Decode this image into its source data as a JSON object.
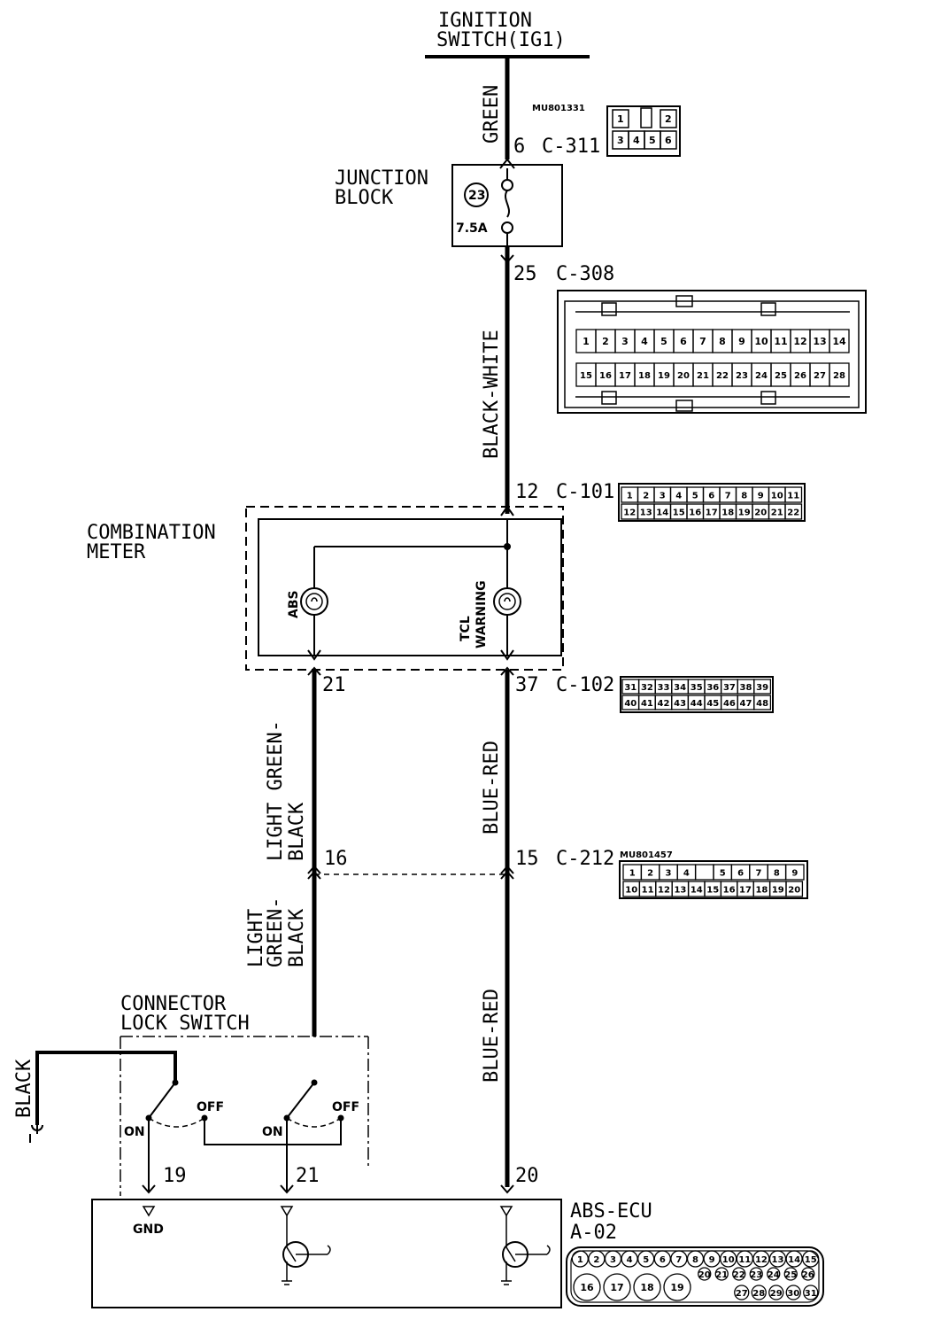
{
  "ignition": {
    "line1": "IGNITION",
    "line2": "SWITCH(IG1)"
  },
  "wires": {
    "green": "GREEN",
    "black_white": "BLACK-WHITE",
    "light_green_black_upper": {
      "line1": "LIGHT GREEN-",
      "line2": "BLACK"
    },
    "light_green_black_lower": {
      "line1": "LIGHT",
      "line2": "GREEN-",
      "line3": "BLACK"
    },
    "blue_red_upper": "BLUE-RED",
    "blue_red_lower": "BLUE-RED",
    "black": "BLACK"
  },
  "junction_block": {
    "line1": "JUNCTION",
    "line2": "BLOCK",
    "fuse_no": "23",
    "rating": "7.5A"
  },
  "combination_meter": {
    "line1": "COMBINATION",
    "line2": "METER",
    "abs_label": "ABS",
    "tcl_line1": "TCL",
    "tcl_line2": "WARNING"
  },
  "connector_lock_switch": {
    "line1": "CONNECTOR",
    "line2": "LOCK SWITCH",
    "on": "ON",
    "off": "OFF"
  },
  "abs_ecu": {
    "line1": "ABS-ECU",
    "line2": "A-02",
    "gnd": "GND"
  },
  "connectors": {
    "c311": {
      "pin": "6",
      "name": "C-311",
      "part": "MU801331",
      "pins_top": [
        "1",
        "",
        "2"
      ],
      "pins_bottom": [
        "3",
        "4",
        "5",
        "6"
      ]
    },
    "c308": {
      "pin": "25",
      "name": "C-308",
      "pins_top": [
        "1",
        "2",
        "3",
        "4",
        "5",
        "6",
        "7",
        "8",
        "9",
        "10",
        "11",
        "12",
        "13",
        "14"
      ],
      "pins_bottom": [
        "15",
        "16",
        "17",
        "18",
        "19",
        "20",
        "21",
        "22",
        "23",
        "24",
        "25",
        "26",
        "27",
        "28"
      ]
    },
    "c101": {
      "pin": "12",
      "name": "C-101",
      "pins_top": [
        "1",
        "2",
        "3",
        "4",
        "5",
        "6",
        "7",
        "8",
        "9",
        "10",
        "11"
      ],
      "pins_bottom": [
        "12",
        "13",
        "14",
        "15",
        "16",
        "17",
        "18",
        "19",
        "20",
        "21",
        "22"
      ]
    },
    "c102": {
      "pin_abs": "21",
      "pin": "37",
      "name": "C-102",
      "pins_top": [
        "31",
        "32",
        "33",
        "34",
        "35",
        "36",
        "37",
        "38",
        "39"
      ],
      "pins_bottom": [
        "40",
        "41",
        "42",
        "43",
        "44",
        "45",
        "46",
        "47",
        "48"
      ]
    },
    "c212": {
      "pin_left": "16",
      "pin": "15",
      "name": "C-212",
      "part": "MU801457",
      "pins_top": [
        "1",
        "2",
        "3",
        "4",
        "",
        "5",
        "6",
        "7",
        "8",
        "9"
      ],
      "pins_bottom": [
        "10",
        "11",
        "12",
        "13",
        "14",
        "15",
        "16",
        "17",
        "18",
        "19",
        "20"
      ]
    },
    "a02": {
      "pin_gnd": "19",
      "pin_mid": "21",
      "pin_right": "20",
      "pins_top": [
        "1",
        "2",
        "3",
        "4",
        "5",
        "6",
        "7",
        "8",
        "9",
        "10",
        "11",
        "12",
        "13",
        "14",
        "15"
      ],
      "pins_mid": [
        "20",
        "21",
        "22",
        "23",
        "24",
        "25",
        "26"
      ],
      "pins_big": [
        "16",
        "17",
        "18",
        "19"
      ],
      "pins_bottom": [
        "27",
        "28",
        "29",
        "30",
        "31"
      ]
    }
  }
}
